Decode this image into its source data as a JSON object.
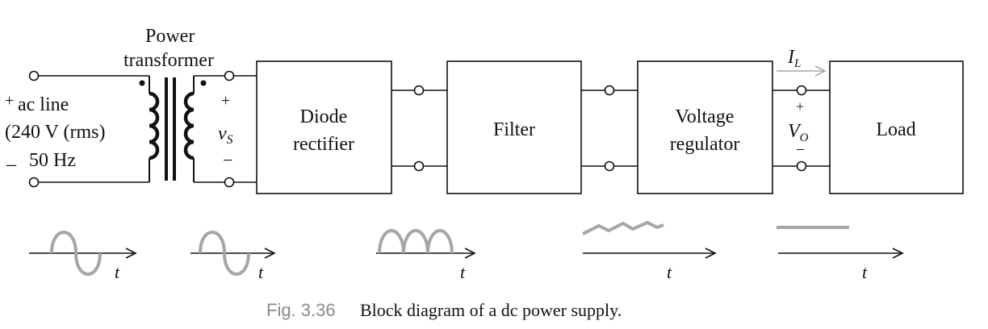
{
  "colors": {
    "line": "#111111",
    "waveform": "#a6a6a6",
    "muted": "#8a8a8a"
  },
  "source": {
    "plus": "+",
    "line1": "ac line",
    "line2": "(240 V (rms)",
    "minus": "_",
    "line3": "50 Hz"
  },
  "transformer": {
    "title_line1": "Power",
    "title_line2": "transformer",
    "plus": "+",
    "vs_label": "v",
    "vs_sub": "S",
    "minus": "−"
  },
  "blocks": {
    "rectifier": [
      "Diode",
      "rectifier"
    ],
    "filter": [
      "Filter"
    ],
    "regulator": [
      "Voltage",
      "regulator"
    ],
    "load": [
      "Load"
    ]
  },
  "output": {
    "current_label": "I",
    "current_sub": "L",
    "plus": "+",
    "vo_label": "V",
    "vo_sub": "O",
    "minus": "−"
  },
  "waveforms": {
    "time_label": "t",
    "items": [
      {
        "stage": "ac line",
        "kind": "sine"
      },
      {
        "stage": "transformer output",
        "kind": "sine"
      },
      {
        "stage": "rectifier output",
        "kind": "full-wave rectified"
      },
      {
        "stage": "filter output",
        "kind": "ripple"
      },
      {
        "stage": "regulator output",
        "kind": "dc"
      }
    ]
  },
  "caption": {
    "fig": "Fig. 3.36",
    "text": "Block diagram of a dc power supply."
  }
}
